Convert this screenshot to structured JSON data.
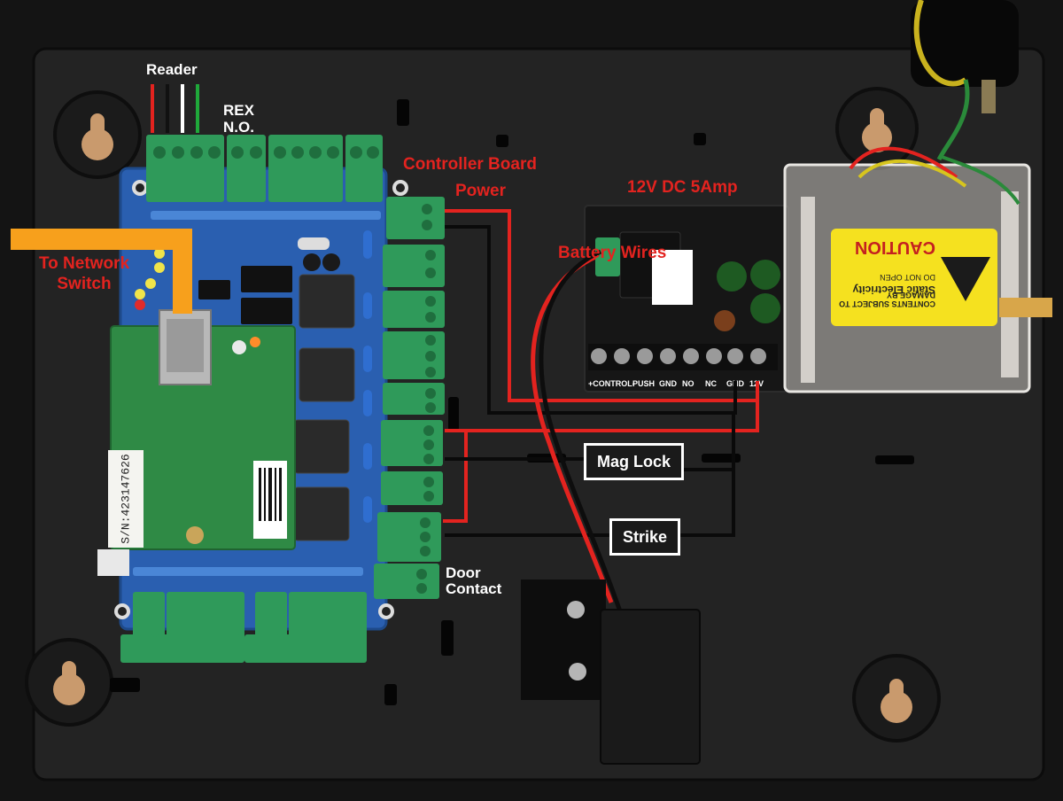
{
  "labels": {
    "reader": "Reader",
    "rex_line1": "REX",
    "rex_line2": "N.O.",
    "network_line1": "To Network",
    "network_line2": "Switch",
    "controller_line1": "Controller Board",
    "controller_line2": "Power",
    "psu": "12V DC 5Amp",
    "battery": "Battery Wires",
    "mag_lock": "Mag Lock",
    "strike": "Strike",
    "door_line1": "Door",
    "door_line2": "Contact"
  },
  "stickers": {
    "serial": "S/N:423147626",
    "caution_word": "CAUTION",
    "caution_line1": "CONTENTS SUBJECT TO DAMAGE BY",
    "caution_line2": "Static Electricity",
    "caution_line3": "DO NOT OPEN"
  },
  "terminal_labels": [
    "+CONTROL-",
    "PUSH",
    "GND",
    "NO",
    "NC",
    "GND",
    "12V"
  ],
  "colors": {
    "wire_red": "#e3231f",
    "wire_black": "#111111",
    "network_cable": "#f7a01c",
    "board_blue": "#2a5fb0",
    "terminal_green": "#2f9a5a",
    "module_green": "#2f8a45"
  }
}
